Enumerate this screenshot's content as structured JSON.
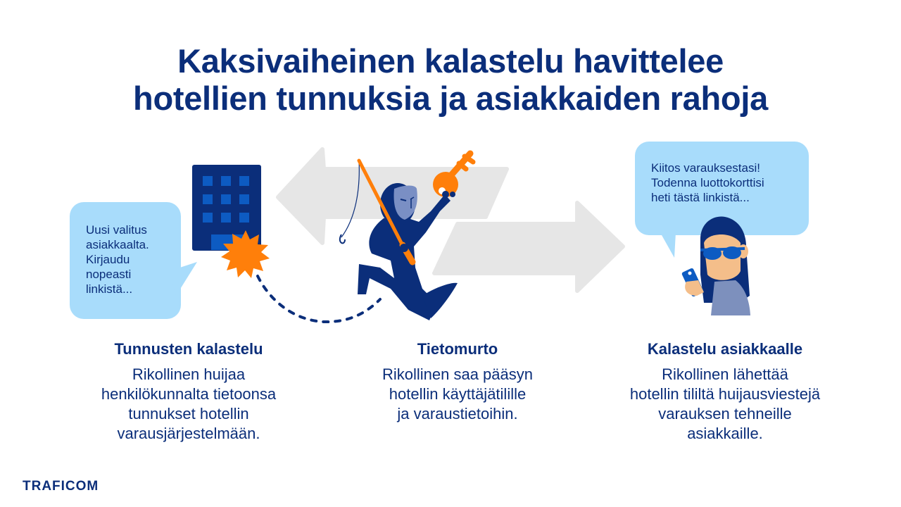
{
  "title": {
    "lines": [
      "Kaksivaiheinen kalastelu havittelee",
      "hotellien tunnuksia ja asiakkaiden rahoja"
    ]
  },
  "bubbles": {
    "left": {
      "lines": [
        "Uusi valitus",
        "asiakkaalta.",
        "Kirjaudu",
        "nopeasti",
        "linkistä..."
      ]
    },
    "right": {
      "lines": [
        "Kiitos varauksestasi!",
        "Todenna luottokorttisi",
        "heti tästä linkistä..."
      ]
    }
  },
  "steps": [
    {
      "heading": "Tunnusten kalastelu",
      "lines": [
        "Rikollinen huijaa",
        "henkilökunnalta tietoonsa",
        "tunnukset hotellin",
        "varausjärjestelmään."
      ]
    },
    {
      "heading": "Tietomurto",
      "lines": [
        "Rikollinen saa pääsyn",
        "hotellin käyttäjätilille",
        "ja varaustietoihin."
      ]
    },
    {
      "heading": "Kalastelu asiakkaalle",
      "lines": [
        "Rikollinen lähettää",
        "hotellin tililtä huijausviestejä",
        "varauksen tehneille",
        "asiakkaille."
      ]
    }
  ],
  "logo": {
    "text": "TRAFICOM"
  },
  "icons": {
    "hotel": "hotel-building-icon",
    "burst": "alert-burst-icon",
    "hacker": "masked-hacker-with-fishing-rod-icon",
    "key": "key-icon",
    "customer": "customer-with-phone-icon",
    "arrow_left": "arrow-left-icon",
    "arrow_right": "arrow-right-icon"
  },
  "colors": {
    "navy": "#0b2e7a",
    "blue": "#0d5bc2",
    "orange": "#ff7f0a",
    "bubble": "#a8dcfb",
    "arrow_gray": "#e6e6e6",
    "mask": "#7a8fc4",
    "skin": "#f4be8a",
    "shirt": "#7d90bd"
  }
}
